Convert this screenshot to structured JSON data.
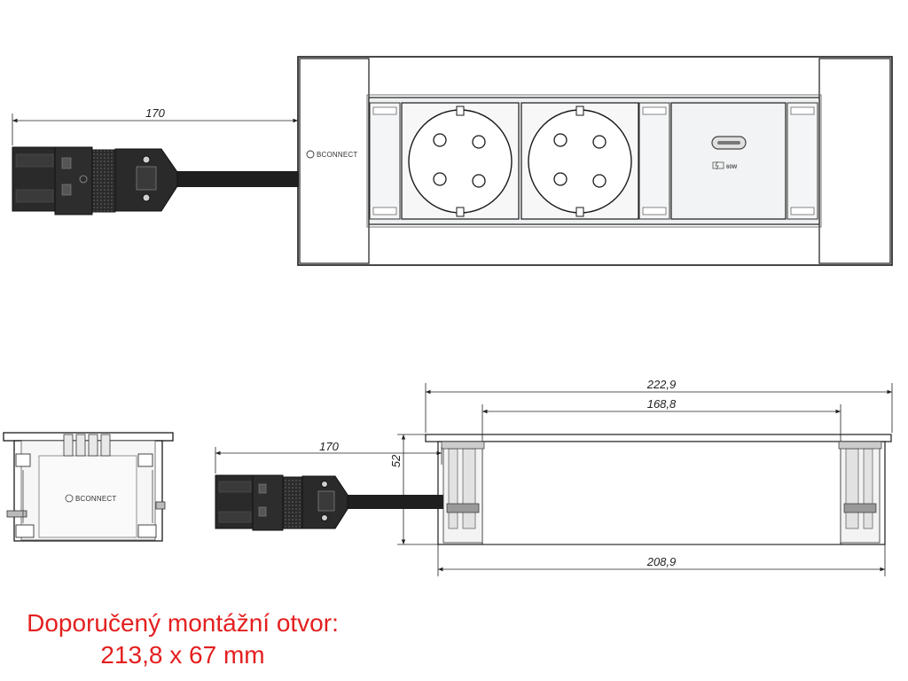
{
  "brand_label": "BCONNECT",
  "usb_label": "60W",
  "dimensions": {
    "top_cable_length": "170",
    "side_cable_length": "170",
    "height": "52",
    "overall_width": "222,9",
    "inner_width": "168,8",
    "body_width": "208,9"
  },
  "caption": {
    "line1": "Doporučený montážní otvor:",
    "line2": "213,8 x 67 mm"
  },
  "colors": {
    "caption": "#e41f1f",
    "line": "#1a1a1a",
    "connector": "#2a2a2a"
  }
}
